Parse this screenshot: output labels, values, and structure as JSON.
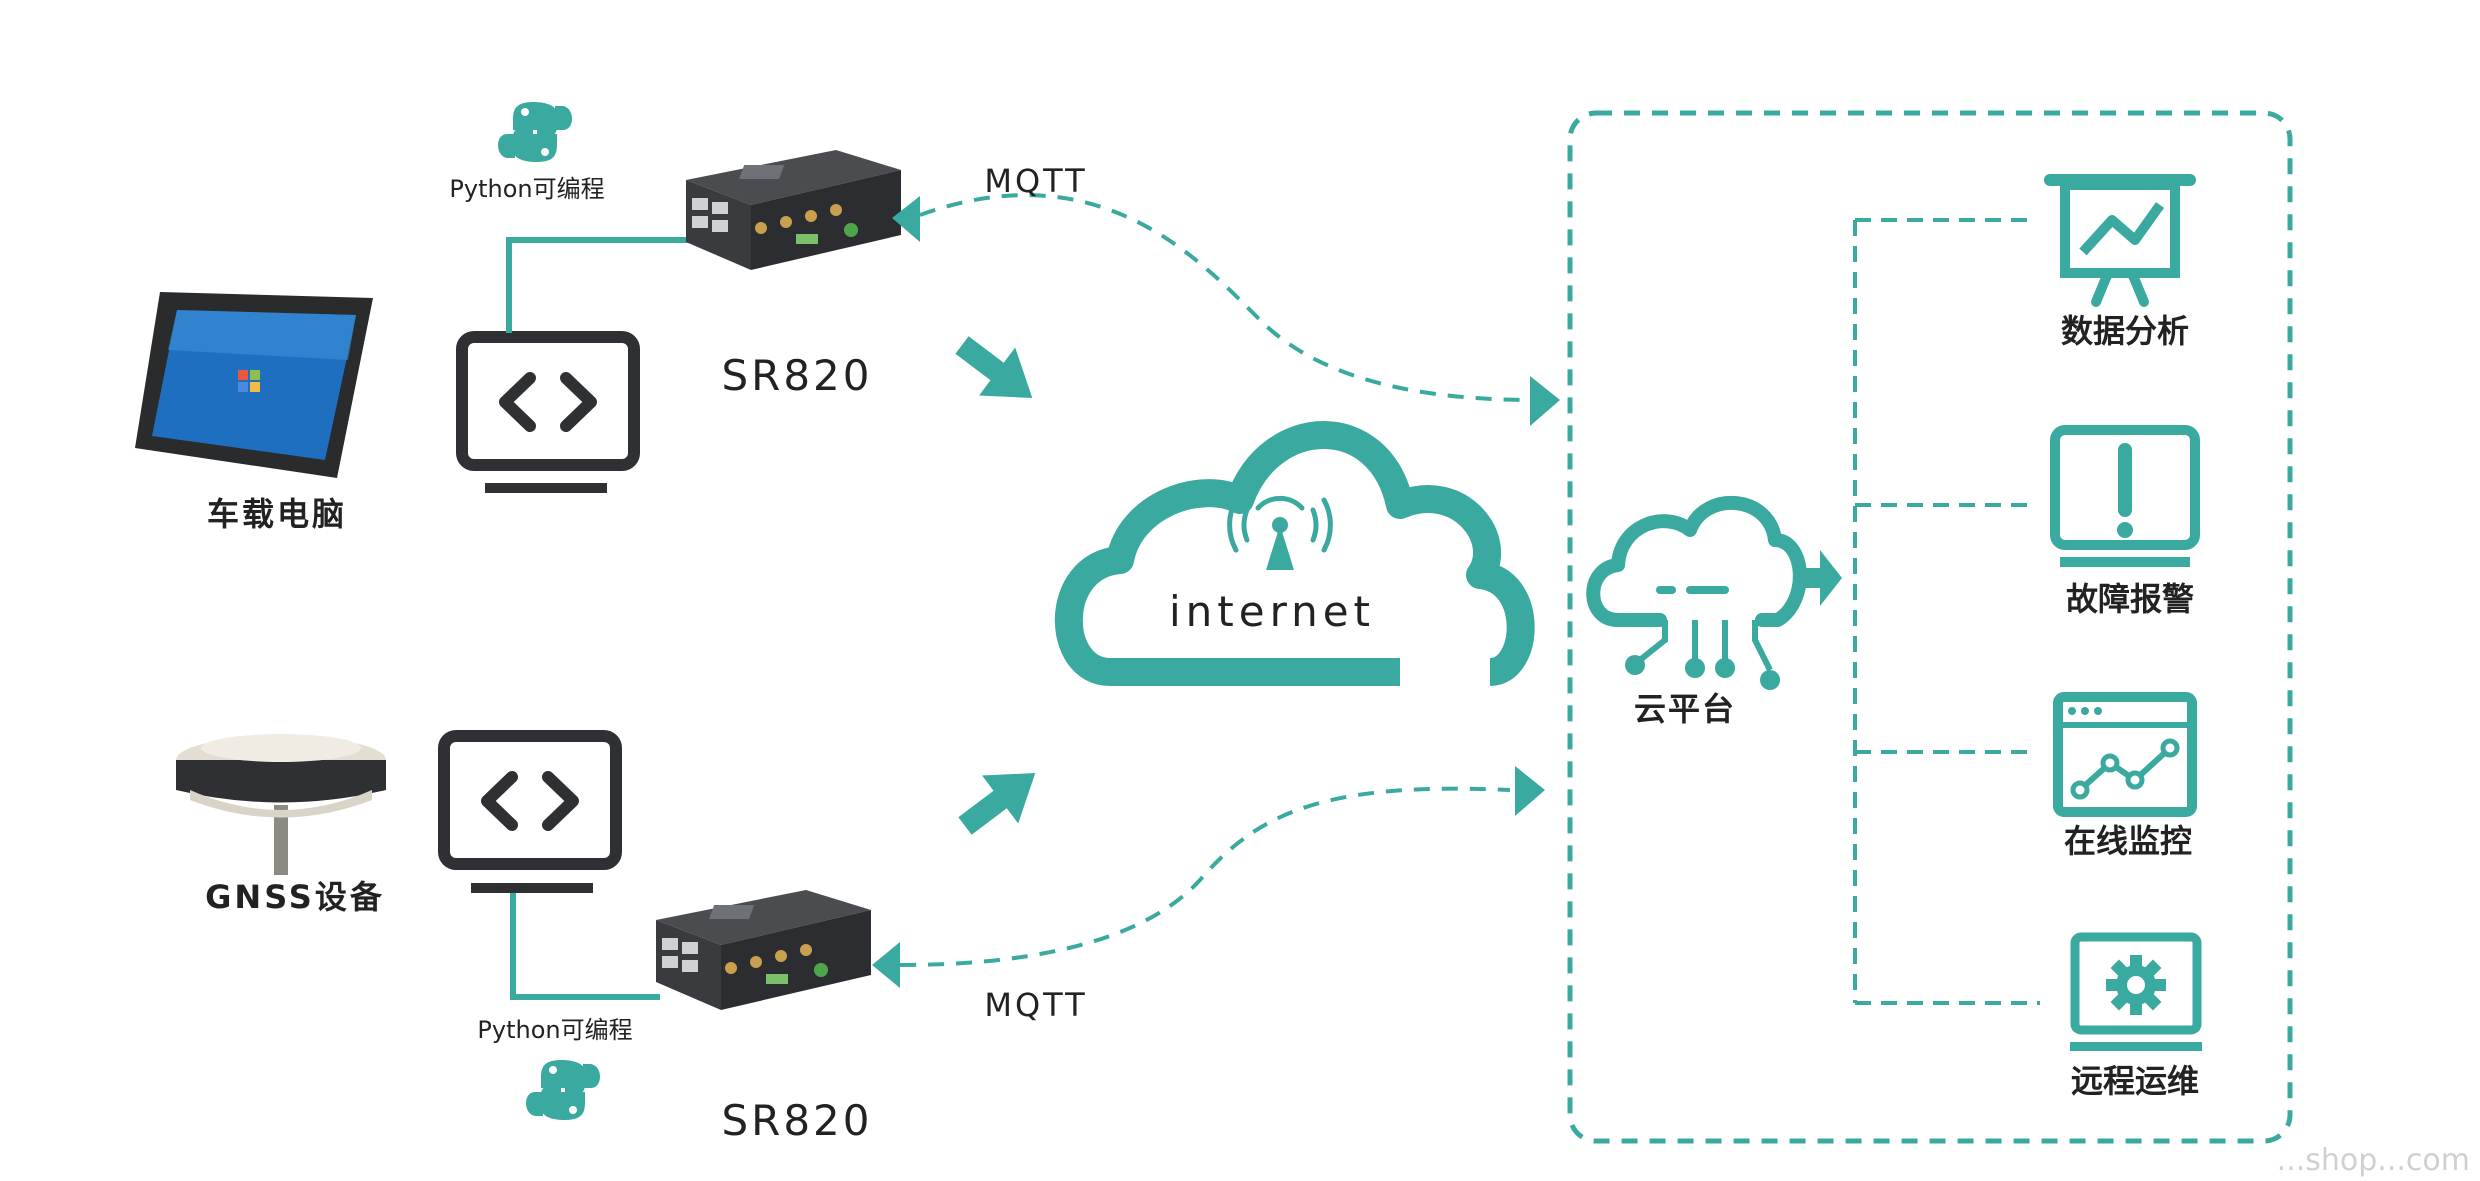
{
  "colors": {
    "teal": "#3aa99f",
    "dark": "#2f3033",
    "text": "#222222",
    "device": "#3b3d40",
    "tablet_screen": "#1e6fc0",
    "gnss_body": "#d9d3c8"
  },
  "left_devices": {
    "top": {
      "label": "车载电脑",
      "icon": "tablet-pc"
    },
    "bottom": {
      "label": "GNSS设备",
      "icon": "gnss-receiver"
    }
  },
  "routers": {
    "top": {
      "model": "SR820",
      "python_label": "Python可编程",
      "protocol": "MQTT",
      "icon": "industrial-router"
    },
    "bottom": {
      "model": "SR820",
      "python_label": "Python可编程",
      "protocol": "MQTT",
      "icon": "industrial-router"
    }
  },
  "code_icon": "code-monitor",
  "python_icon": "python-logo",
  "cloud": {
    "label": "internet",
    "icon": "wifi-antenna"
  },
  "platform": {
    "label": "云平台",
    "icon": "cloud-circuit"
  },
  "services": [
    {
      "label": "数据分析",
      "icon": "chart-presentation"
    },
    {
      "label": "故障报警",
      "icon": "alert-monitor"
    },
    {
      "label": "在线监控",
      "icon": "monitor-line-chart"
    },
    {
      "label": "远程运维",
      "icon": "gear-window"
    }
  ],
  "watermark": "...shop...com"
}
